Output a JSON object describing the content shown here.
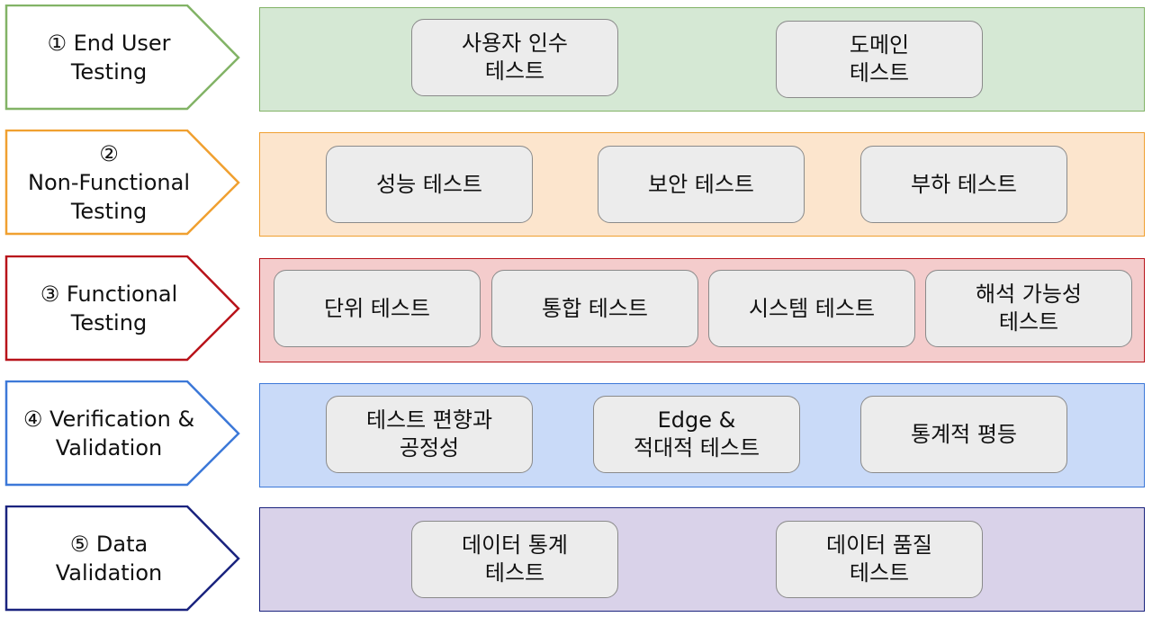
{
  "rows": [
    {
      "label": "① End User\nTesting",
      "stroke": "#82b366",
      "fill": "#d5e8d4",
      "items": [
        "사용자 인수\n테스트",
        "도메인\n테스트"
      ]
    },
    {
      "label": "②\nNon-Functional\nTesting",
      "stroke": "#f0a030",
      "fill": "#fce5cd",
      "items": [
        "성능 테스트",
        "보안 테스트",
        "부하 테스트"
      ]
    },
    {
      "label": "③ Functional\nTesting",
      "stroke": "#b8131a",
      "fill": "#f4cccc",
      "items": [
        "단위 테스트",
        "통합 테스트",
        "시스템 테스트",
        "해석 가능성\n테스트"
      ]
    },
    {
      "label": "④ Verification &\nValidation",
      "stroke": "#3c78d8",
      "fill": "#c9daf8",
      "items": [
        "테스트 편향과\n공정성",
        "Edge &\n적대적 테스트",
        "통계적 평등"
      ]
    },
    {
      "label": "⑤ Data\nValidation",
      "stroke": "#1a237e",
      "fill": "#d9d2e9",
      "items": [
        "데이터 통계\n테스트",
        "데이터 품질\n테스트"
      ]
    }
  ]
}
